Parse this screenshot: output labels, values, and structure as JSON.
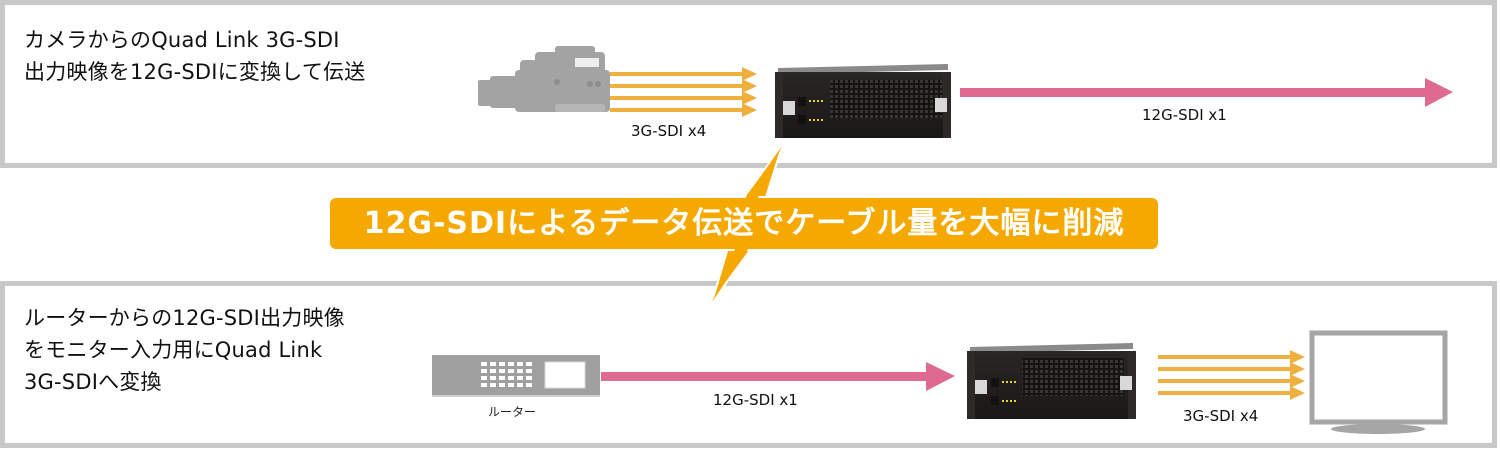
{
  "top_section": {
    "description": "カメラからのQuad Link 3G-SDI\n出力映像を12G-SDIに変換して伝送",
    "input_label": "3G-SDI x4",
    "output_label": "12G-SDI x1",
    "input_icon": "video-camera-icon",
    "device_icon": "converter-rack-unit-icon"
  },
  "banner": {
    "text": "12G-SDIによるデータ伝送でケーブル量を大幅に削減"
  },
  "bottom_section": {
    "description": "ルーターからの12G-SDI出力映像\nをモニター入力用にQuad Link\n3G-SDIへ変換",
    "router_label": "ルーター",
    "input_label": "12G-SDI x1",
    "output_label": "3G-SDI x4",
    "input_icon": "router-icon",
    "device_icon": "converter-rack-unit-icon",
    "output_icon": "monitor-icon"
  },
  "colors": {
    "sdi_3g_arrow": "#f0b040",
    "sdi_12g_arrow": "#de6a92",
    "banner": "#f5a800",
    "panel_border": "#c8c8c8",
    "device_gray": "#a0a0a0"
  }
}
